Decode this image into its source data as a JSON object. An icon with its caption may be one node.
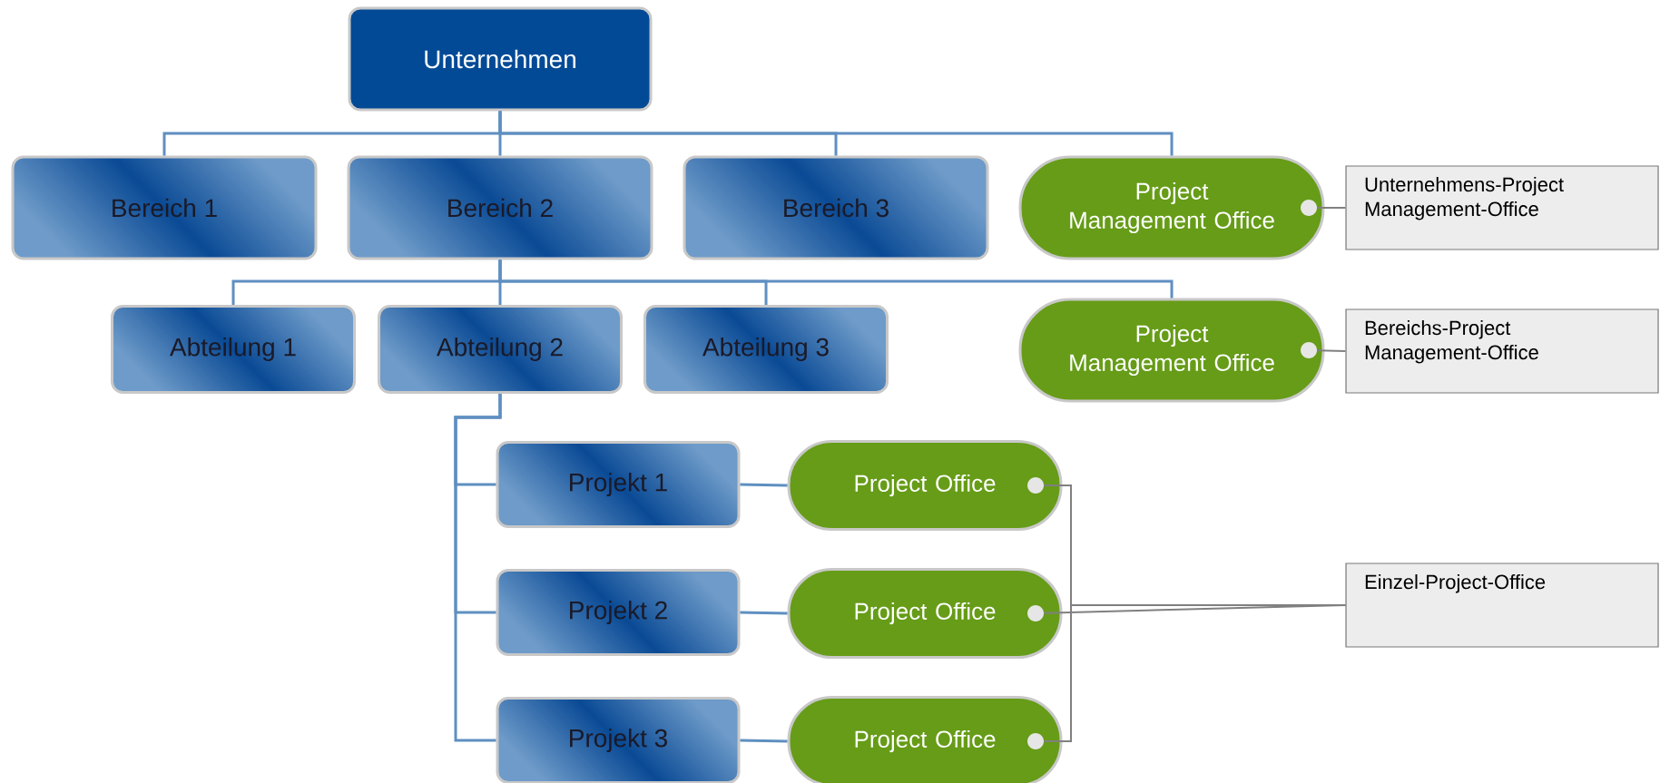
{
  "diagram": {
    "nodes": [
      {
        "text": [
          "Unternehmen"
        ]
      },
      {
        "text": [
          "Bereich 1"
        ]
      },
      {
        "text": [
          "Bereich 2"
        ]
      },
      {
        "text": [
          "Bereich 3"
        ]
      },
      {
        "text": [
          "Project Management Office"
        ]
      },
      {
        "text": [
          "Unternehmens-Project Management-Office"
        ]
      },
      {
        "text": [
          "Abteilung 1"
        ]
      },
      {
        "text": [
          "Abteilung 2"
        ]
      },
      {
        "text": [
          "Abteilung 3"
        ]
      },
      {
        "text": [
          "Project Management Office"
        ]
      },
      {
        "text": [
          "Bereichs-Project Management-Office"
        ]
      },
      {
        "text": [
          "Projekt 1"
        ]
      },
      {
        "text": [
          "Project Office"
        ]
      },
      {
        "text": [
          "Projekt 2"
        ]
      },
      {
        "text": [
          "Project Office"
        ]
      },
      {
        "text": [
          "Projekt 3"
        ]
      },
      {
        "text": [
          "Project Office"
        ]
      },
      {
        "text": [
          "Einzel-Project-Office"
        ]
      }
    ],
    "edges": [
      {
        "from": 0,
        "to": 1,
        "arrow": "none"
      },
      {
        "from": 0,
        "to": 2,
        "arrow": "none"
      },
      {
        "from": 0,
        "to": 3,
        "arrow": "none"
      },
      {
        "from": 0,
        "to": 4,
        "arrow": "none"
      },
      {
        "from": 4,
        "to": 5,
        "arrow": "other",
        "color": "#808080"
      },
      {
        "from": 2,
        "to": 6,
        "arrow": "none"
      },
      {
        "from": 2,
        "to": 7,
        "arrow": "none"
      },
      {
        "from": 2,
        "to": 8,
        "arrow": "none"
      },
      {
        "from": 2,
        "to": 9,
        "arrow": "none"
      },
      {
        "from": 9,
        "to": 10,
        "arrow": "other",
        "color": "#808080"
      },
      {
        "from": 7,
        "to": 11,
        "arrow": "none"
      },
      {
        "from": 7,
        "to": 13,
        "arrow": "none"
      },
      {
        "from": 7,
        "to": 15,
        "arrow": "none"
      },
      {
        "from": 11,
        "to": 12,
        "arrow": "none"
      },
      {
        "from": 13,
        "to": 14,
        "arrow": "none"
      },
      {
        "from": 15,
        "to": 16,
        "arrow": "none"
      },
      {
        "from": 12,
        "to": 17,
        "arrow": "other",
        "color": "#808080"
      },
      {
        "from": 14,
        "to": 17,
        "arrow": "other",
        "color": "#808080"
      },
      {
        "from": 16,
        "to": 17,
        "arrow": "other",
        "color": "#808080"
      }
    ]
  }
}
